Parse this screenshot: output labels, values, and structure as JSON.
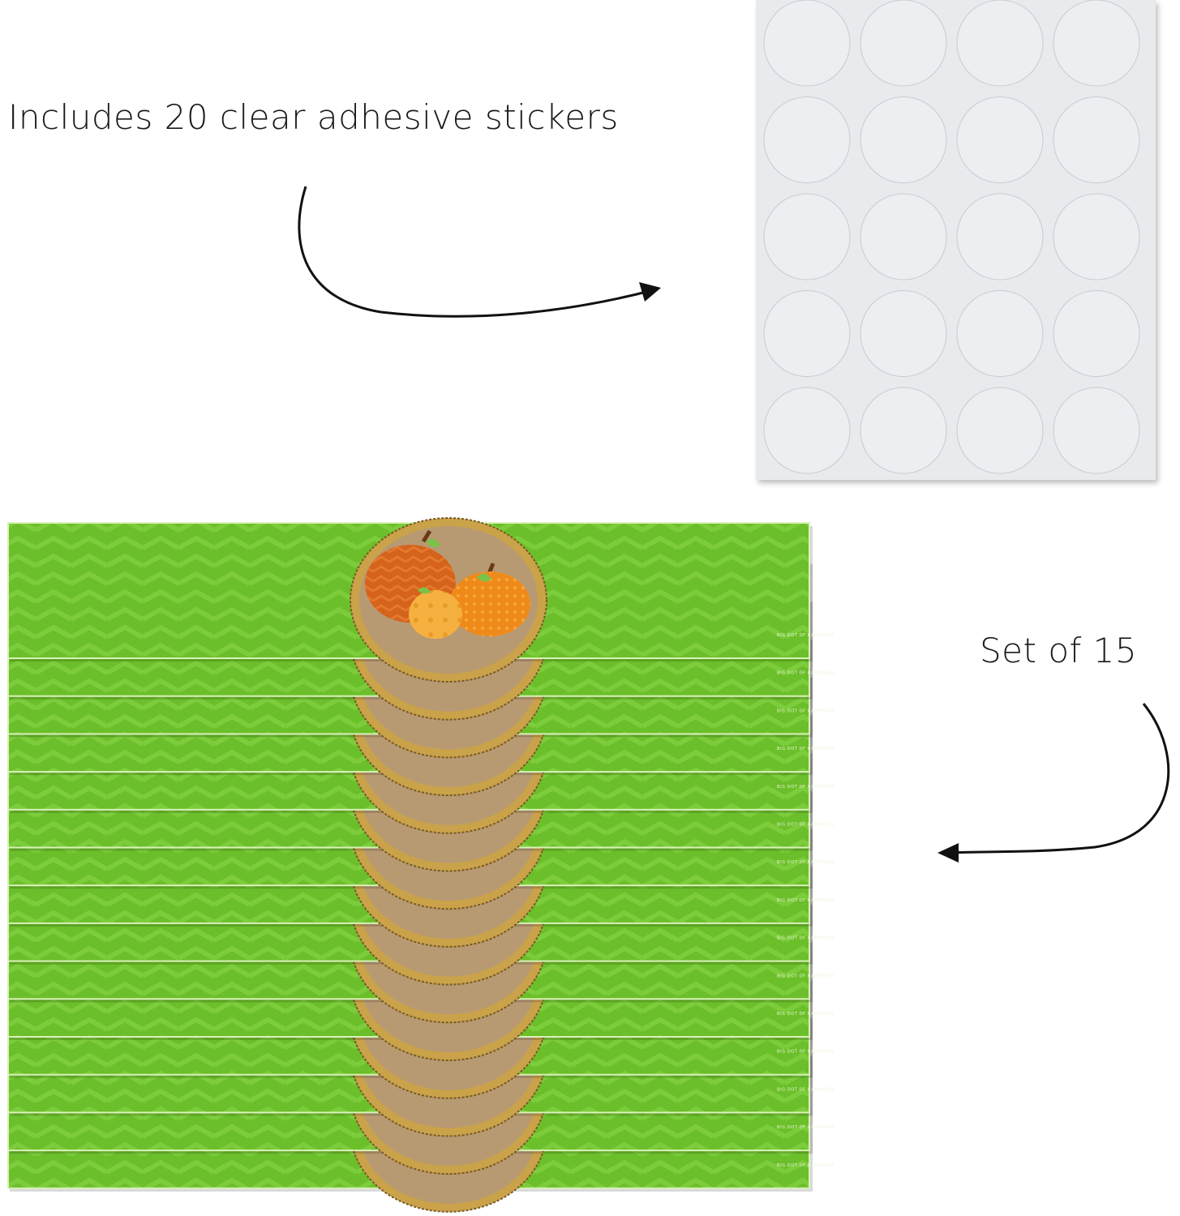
{
  "captions": {
    "stickers": "Includes 20 clear adhesive stickers",
    "set": "Set of 15"
  },
  "sticker_sheet": {
    "rows": 5,
    "columns": 4,
    "count": 20
  },
  "wrappers": {
    "count": 15,
    "brand_mark": "BIG DOT OF HAPPINESS"
  },
  "colors": {
    "strip_green": "#6bbf2a",
    "chevron_green": "#79c93a",
    "kraft": "#b89a72",
    "glitter_gold": "#c9a24a",
    "pumpkin_dark": "#d5631c",
    "pumpkin_mid": "#ef8a1a",
    "pumpkin_light": "#f6b040",
    "leaf": "#7cc24a",
    "sheet_gray": "#e9eaee"
  }
}
